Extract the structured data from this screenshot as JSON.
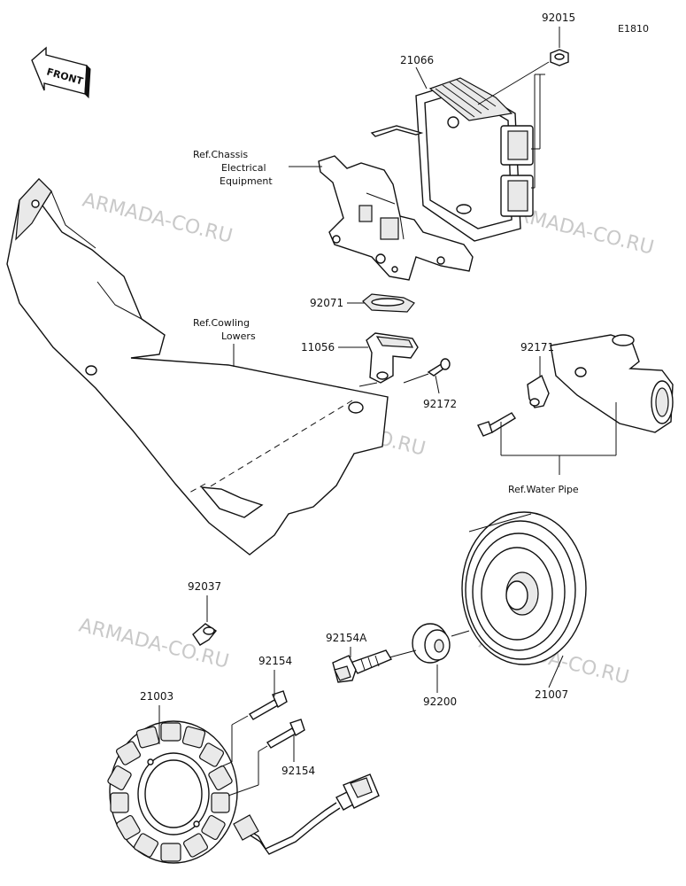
{
  "diagram_code": "E1810",
  "front_label": "FRONT",
  "watermark": "ARMADA-CO.RU",
  "parts": {
    "p92015": "92015",
    "p21066": "21066",
    "p92071": "92071",
    "p11056": "11056",
    "p92172": "92172",
    "p92171": "92171",
    "p92037": "92037",
    "p92154a": "92154A",
    "p92154_top": "92154",
    "p92154_bottom": "92154",
    "p21003": "21003",
    "p92200": "92200",
    "p21007": "21007"
  },
  "references": {
    "chassis": [
      "Ref.Chassis",
      "Electrical",
      "Equipment"
    ],
    "cowling": [
      "Ref.Cowling",
      "Lowers"
    ],
    "water_pipe": "Ref.Water Pipe"
  }
}
